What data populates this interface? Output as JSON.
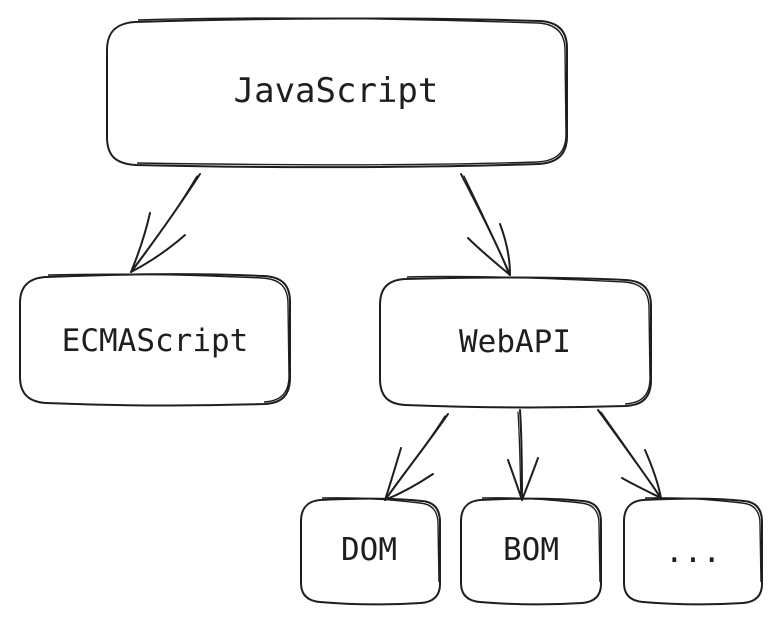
{
  "colors": {
    "stroke": "#1e1e1e",
    "fill": "#ffffff",
    "background": "#ffffff"
  },
  "nodes": {
    "javascript": "JavaScript",
    "ecmascript": "ECMAScript",
    "webapi": "WebAPI",
    "dom": "DOM",
    "bom": "BOM",
    "more": "..."
  }
}
